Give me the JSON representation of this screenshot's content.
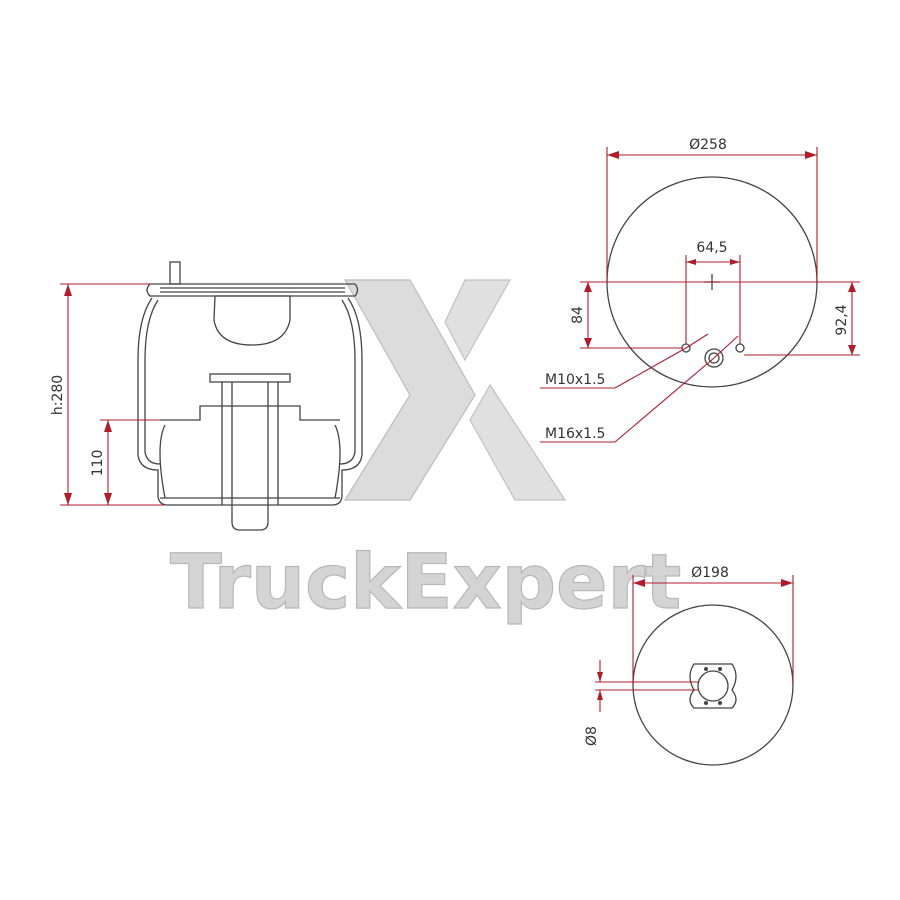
{
  "watermark": {
    "brand": "TruckExpert",
    "logo_letter": "X"
  },
  "side_view": {
    "height_label": "h:280",
    "lower_height_label": "110"
  },
  "top_view": {
    "diameter_label": "Ø258",
    "spacing_label": "64,5",
    "offset_left_label": "84",
    "offset_right_label": "92,4",
    "thread_small_label": "M10x1.5",
    "thread_large_label": "M16x1.5"
  },
  "bottom_view": {
    "diameter_label": "Ø198",
    "hole_label": "Ø8"
  },
  "colors": {
    "dimension_line": "#b01c2a",
    "part_outline": "#444444",
    "watermark": "#d4d4d4"
  }
}
